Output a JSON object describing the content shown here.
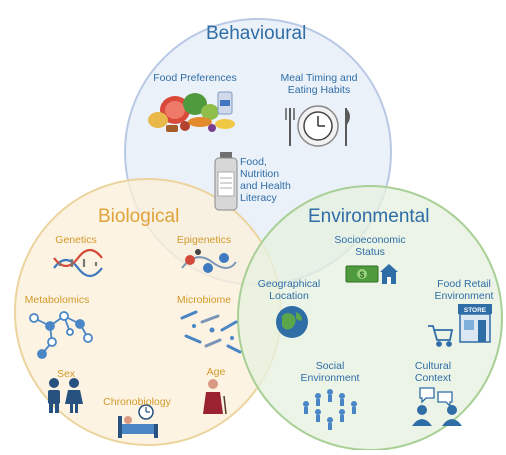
{
  "colors": {
    "behavioural_fill": "#e8eef8",
    "behavioural_stroke": "#b9c9e5",
    "biological_fill": "#fbf0da",
    "biological_stroke": "#ecd49e",
    "environmental_fill": "#e6f1df",
    "environmental_stroke": "#a8cf95",
    "blue_text": "#2f6da6",
    "orange_text": "#d39a2a"
  },
  "circles": {
    "behavioural": {
      "title": "Behavioural"
    },
    "biological": {
      "title": "Biological"
    },
    "environmental": {
      "title": "Environmental"
    }
  },
  "behavioural_items": {
    "food_preferences": "Food Preferences",
    "meal_timing_1": "Meal Timing and",
    "meal_timing_2": "Eating Habits",
    "literacy_1": "Food,",
    "literacy_2": "Nutrition",
    "literacy_3": "and Health",
    "literacy_4": "Literacy"
  },
  "biological_items": {
    "genetics": "Genetics",
    "epigenetics": "Epigenetics",
    "metabolomics": "Metabolomics",
    "microbiome": "Microbiome",
    "sex": "Sex",
    "age": "Age",
    "chronobiology": "Chronobiology"
  },
  "environmental_items": {
    "socioeconomic_1": "Socioeconomic",
    "socioeconomic_2": "Status",
    "geographical_1": "Geographical",
    "geographical_2": "Location",
    "food_retail_1": "Food Retail",
    "food_retail_2": "Environment",
    "store_sign": "STORE",
    "social_1": "Social",
    "social_2": "Environment",
    "cultural_1": "Cultural",
    "cultural_2": "Context"
  }
}
